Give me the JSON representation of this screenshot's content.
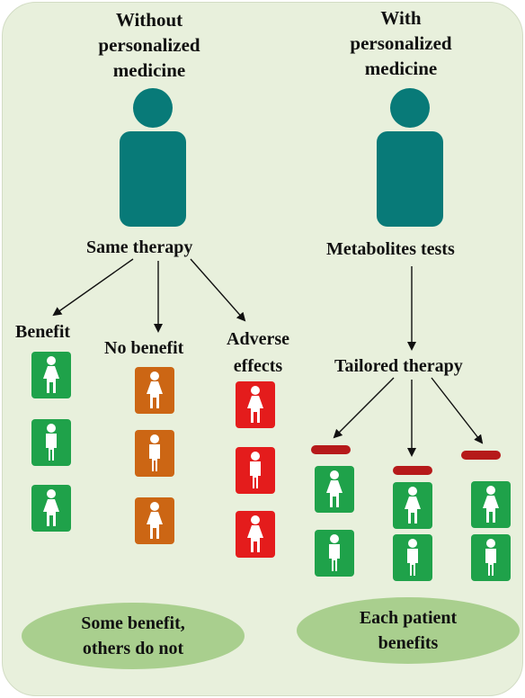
{
  "colors": {
    "background": "#e8f0dc",
    "person": "#087a78",
    "benefit": "#1fa24a",
    "no_benefit": "#cc6614",
    "adverse": "#e41c1c",
    "stop_bar": "#b61a1a",
    "oval": "#a9cf8e"
  },
  "left": {
    "title": [
      "Without",
      "personalized",
      "medicine"
    ],
    "therapy": "Same therapy",
    "groups": {
      "benefit": "Benefit",
      "no_benefit": "No benefit",
      "adverse": [
        "Adverse",
        "effects"
      ]
    },
    "outcome": [
      "Some benefit,",
      "others do not"
    ]
  },
  "right": {
    "title": [
      "With",
      "personalized",
      "medicine"
    ],
    "test": "Metabolites tests",
    "therapy": "Tailored therapy",
    "outcome": [
      "Each patient",
      "benefits"
    ]
  },
  "icons": {
    "person": "person-silhouette-icon",
    "female": "female-patient-icon",
    "male": "male-patient-icon",
    "stop": "stop-bar-icon"
  }
}
